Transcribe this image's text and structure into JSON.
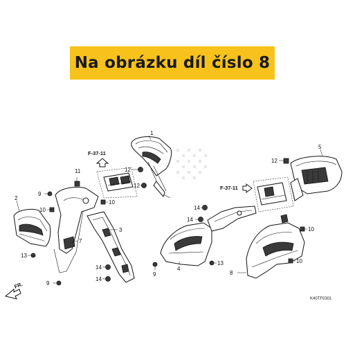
{
  "banner": {
    "text": "Na obrázku díl číslo 8",
    "color": "#f7c21b"
  },
  "diagram": {
    "refs": {
      "f37_left": "F-37-11",
      "f37_right": "F-37-11"
    },
    "front_label": "FR.",
    "code": "K40TF0301",
    "labels": {
      "p1": "1",
      "p2": "2",
      "p3": "3",
      "p4": "4",
      "p5": "5",
      "p7": "7",
      "p8": "8",
      "p9a": "9",
      "p9b": "9",
      "p9c": "9",
      "p10a": "10",
      "p10b": "10",
      "p10c": "10",
      "p10d": "10",
      "p11": "11",
      "p12a": "12",
      "p12b": "12",
      "p12c": "12",
      "p13a": "13",
      "p13b": "13",
      "p14a": "14",
      "p14b": "14",
      "p14c": "14",
      "p14d": "14"
    }
  }
}
